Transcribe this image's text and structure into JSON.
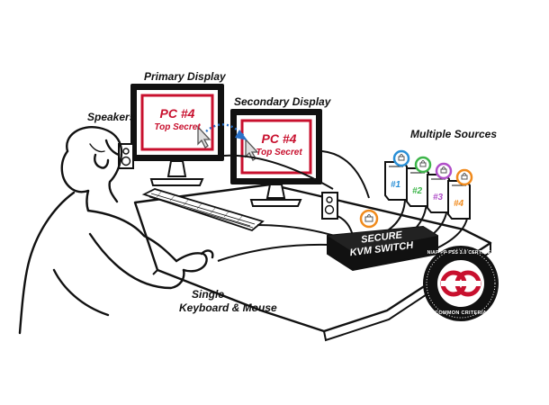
{
  "labels": {
    "primary_display": "Primary Display",
    "secondary_display": "Secondary Display",
    "speakers": "Speakers",
    "multiple_sources": "Multiple Sources",
    "single_line1": "Single",
    "single_line2": "Keyboard & Mouse"
  },
  "primary_screen": {
    "title": "PC #4",
    "subtitle": "Top Secret"
  },
  "secondary_screen": {
    "title": "PC #4",
    "subtitle": "Top Secret"
  },
  "kvm": {
    "line1": "SECURE",
    "line2": "KVM SWITCH"
  },
  "sources": [
    {
      "label": "#1",
      "color": "#2a8fd6"
    },
    {
      "label": "#2",
      "color": "#3db54a"
    },
    {
      "label": "#3",
      "color": "#b04fc8"
    },
    {
      "label": "#4",
      "color": "#f08a1c"
    }
  ],
  "seal": {
    "top_text": "NIAP PP PSS 3.0 CERTIFIED",
    "bottom_text": "COMMON CRITERIA"
  },
  "colors": {
    "accent_red": "#c8102e",
    "arrow_blue": "#2a72c9",
    "kvm_black": "#111111"
  }
}
